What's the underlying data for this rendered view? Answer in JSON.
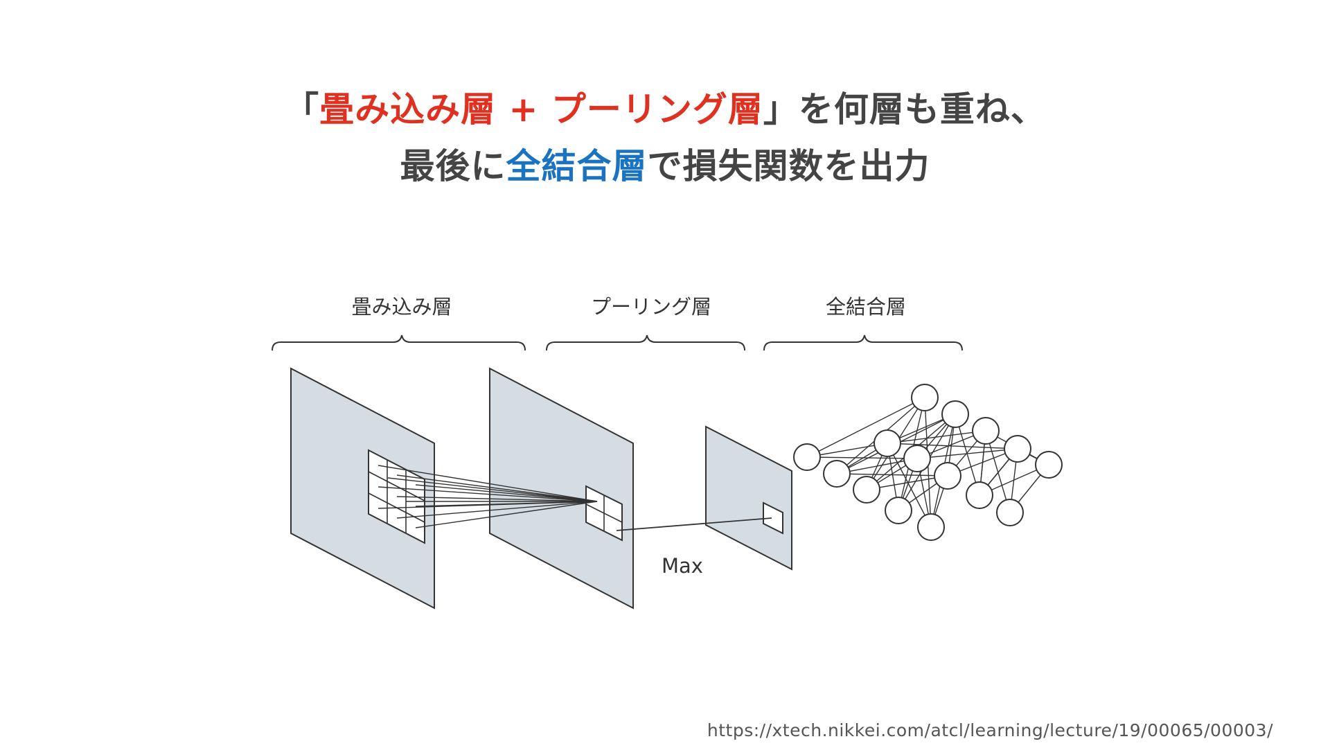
{
  "headline": {
    "line1": {
      "open_bracket": "「",
      "conv_layer": "畳み込み層",
      "plus": " + ",
      "pool_layer": "プーリング層",
      "rest": "」を何層も重ね、"
    },
    "line2": {
      "lead": "最後に",
      "fc_layer": "全結合層",
      "rest": "で損失関数を出力"
    }
  },
  "diagram": {
    "labels": {
      "conv": "畳み込み層",
      "pool": "プーリング層",
      "fc": "全結合層"
    },
    "max_label": "Max"
  },
  "source_url": "https://xtech.nikkei.com/atcl/learning/lecture/19/00065/00003/",
  "colors": {
    "red_accent": "#e03020",
    "blue_accent": "#1a73c0",
    "text": "#444444",
    "plane_fill": "#d5dde2"
  }
}
